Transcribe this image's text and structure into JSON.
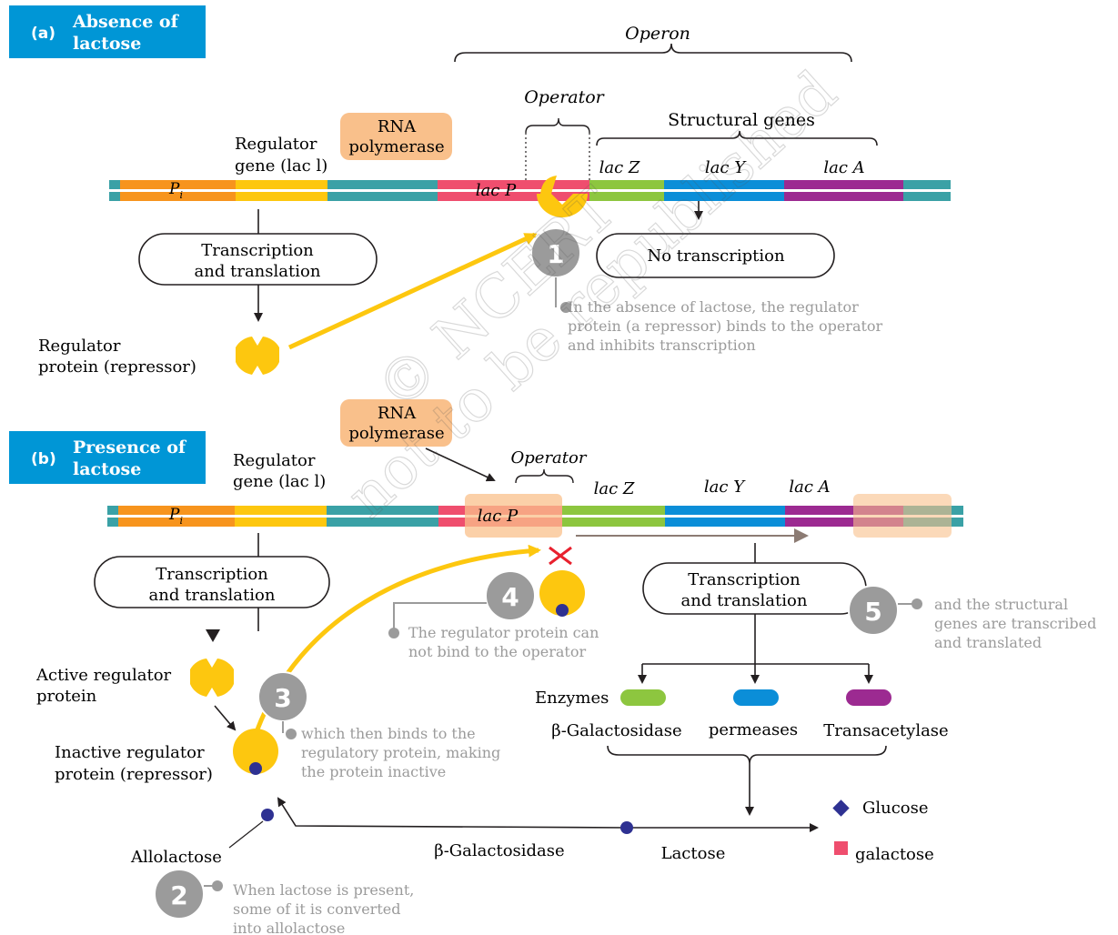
{
  "colors": {
    "blue_panel": "#0096d6",
    "dna_teal": "#3aa1a6",
    "promoter_pi": "#f7941d",
    "regulator_gene": "#fdc70f",
    "lac_p": "#ef4e6e",
    "lac_z": "#8dc63f",
    "lac_y": "#0b8ed8",
    "lac_a": "#9c2a91",
    "rna_pol": "#f9c08b",
    "repressor": "#fdc70f",
    "note_grey": "#9b9b9b",
    "glucose": "#2e3192",
    "galactose": "#ef4e6e",
    "cross": "#e8212e"
  },
  "panel_a": {
    "tag": "(a)",
    "title_line1": "Absence of",
    "title_line2": "lactose",
    "operon": "Operon",
    "operator": "Operator",
    "structural_genes": "Structural genes",
    "rna_pol_line1": "RNA",
    "rna_pol_line2": "polymerase",
    "regulator_gene_line1": "Regulator",
    "regulator_gene_line2": "gene (lac l)",
    "pi": "P",
    "pi_sub": "i",
    "lac_p": "lac P",
    "lac_z": "lac Z",
    "lac_y": "lac Y",
    "lac_a": "lac A",
    "transcription_line1": "Transcription",
    "transcription_line2": "and translation",
    "no_transcription": "No transcription",
    "regulator_protein_line1": "Regulator",
    "regulator_protein_line2": "protein (repressor)",
    "step_1": "1",
    "note_1_line1": "In the absence of lactose, the regulator",
    "note_1_line2": "protein (a repressor) binds to the operator",
    "note_1_line3": "and inhibits transcription"
  },
  "panel_b": {
    "tag": "(b)",
    "title_line1": "Presence of",
    "title_line2": "lactose",
    "rna_pol_line1": "RNA",
    "rna_pol_line2": "polymerase",
    "operator": "Operator",
    "regulator_gene_line1": "Regulator",
    "regulator_gene_line2": "gene (lac l)",
    "pi": "P",
    "pi_sub": "i",
    "lac_p": "lac P",
    "lac_z": "lac Z",
    "lac_y": "lac Y",
    "lac_a": "lac A",
    "transcription_left_line1": "Transcription",
    "transcription_left_line2": "and translation",
    "transcription_right_line1": "Transcription",
    "transcription_right_line2": "and translation",
    "active_regulator_line1": "Active regulator",
    "active_regulator_line2": "protein",
    "inactive_regulator_line1": "Inactive regulator",
    "inactive_regulator_line2": "protein (repressor)",
    "enzymes": "Enzymes",
    "enzyme_1": "β-Galactosidase",
    "enzyme_2": "permeases",
    "enzyme_3": "Transacetylase",
    "allolactose": "Allolactose",
    "beta_galactosidase": "β-Galactosidase",
    "lactose": "Lactose",
    "glucose": "Glucose",
    "galactose": "galactose",
    "step_2": "2",
    "step_3": "3",
    "step_4": "4",
    "step_5": "5",
    "note_2_line1": "When lactose  is present,",
    "note_2_line2": "some of it is converted",
    "note_2_line3": "into allolactose",
    "note_3_line1": "which then binds to the",
    "note_3_line2": "regulatory protein, making",
    "note_3_line3": "the protein inactive",
    "note_4_line1": "The regulator protein can",
    "note_4_line2": "not bind to the operator",
    "note_5_line1": "and the structural",
    "note_5_line2": "genes are transcribed",
    "note_5_line3": "and translated"
  },
  "watermark_line1": "© NCERT",
  "watermark_line2": "not to be republished"
}
